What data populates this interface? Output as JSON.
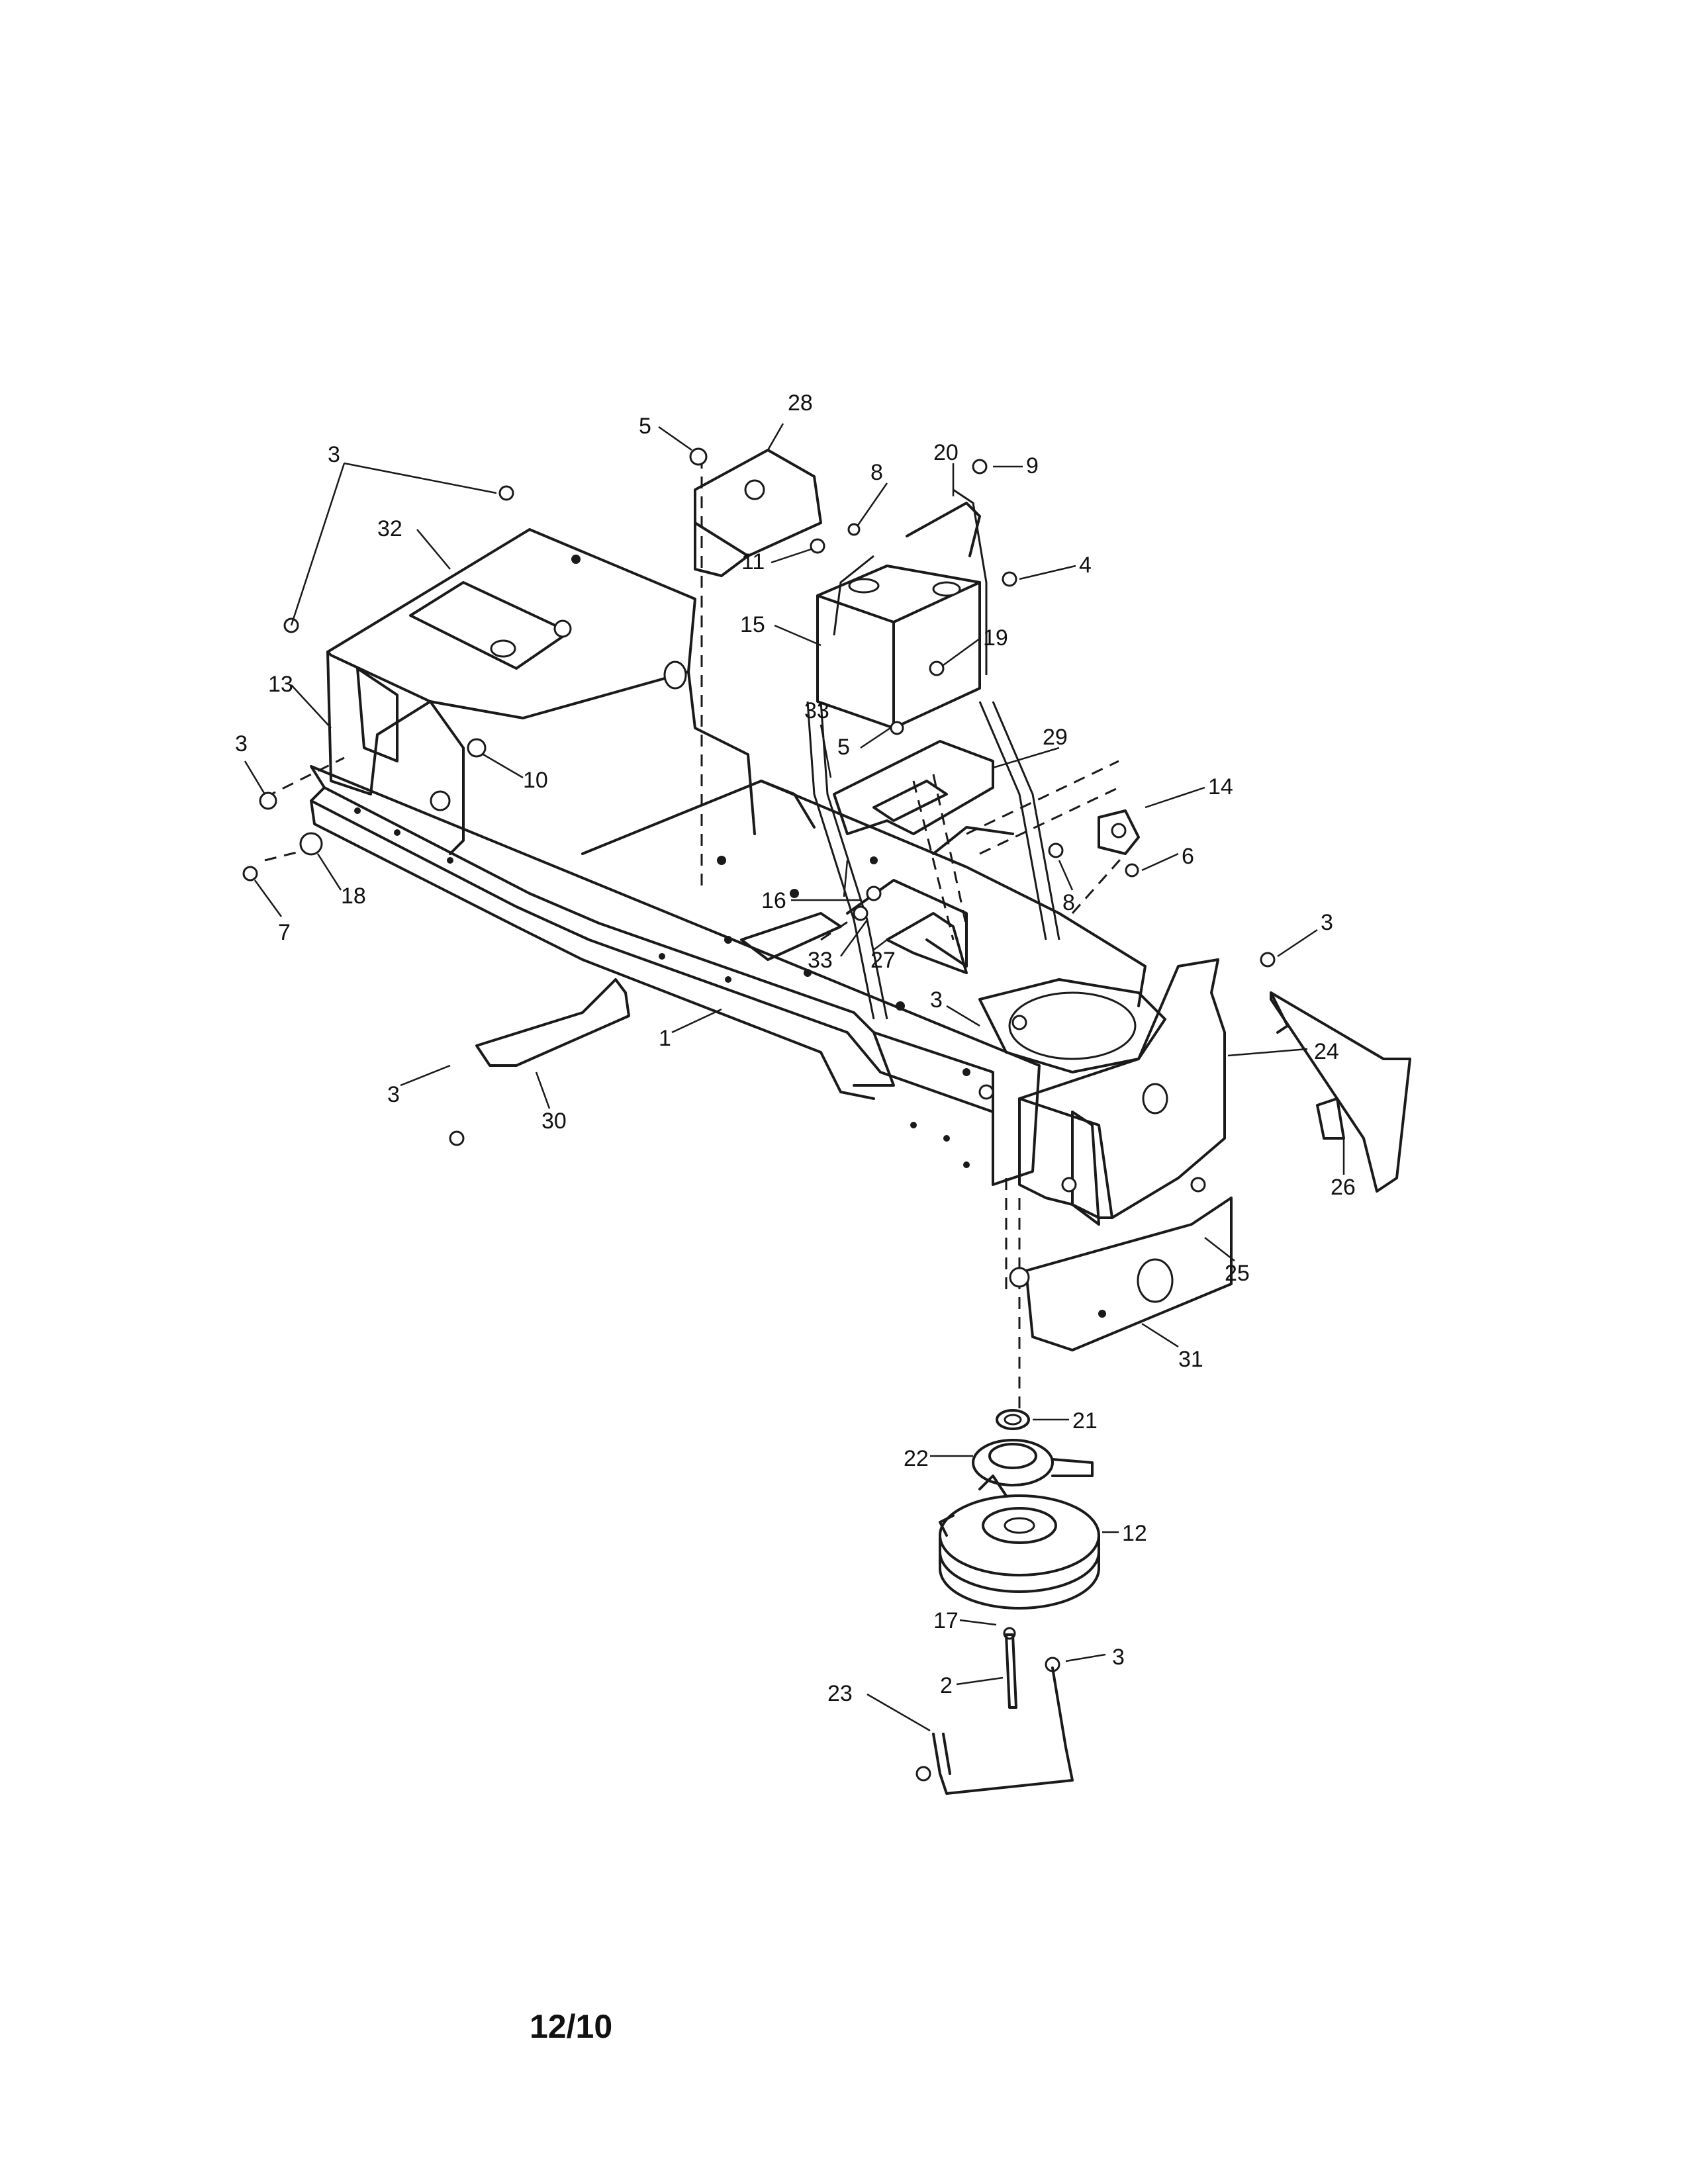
{
  "footer": {
    "date_code": "12/10"
  },
  "callouts": [
    {
      "id": "c28",
      "label": "28"
    },
    {
      "id": "c5a",
      "label": "5"
    },
    {
      "id": "c3a",
      "label": "3"
    },
    {
      "id": "c20",
      "label": "20"
    },
    {
      "id": "c9",
      "label": "9"
    },
    {
      "id": "c8a",
      "label": "8"
    },
    {
      "id": "c32",
      "label": "32"
    },
    {
      "id": "c11",
      "label": "11"
    },
    {
      "id": "c4",
      "label": "4"
    },
    {
      "id": "c15",
      "label": "15"
    },
    {
      "id": "c19",
      "label": "19"
    },
    {
      "id": "c13",
      "label": "13"
    },
    {
      "id": "c33a",
      "label": "33"
    },
    {
      "id": "c5b",
      "label": "5"
    },
    {
      "id": "c29",
      "label": "29"
    },
    {
      "id": "c3b",
      "label": "3"
    },
    {
      "id": "c10",
      "label": "10"
    },
    {
      "id": "c14",
      "label": "14"
    },
    {
      "id": "c6",
      "label": "6"
    },
    {
      "id": "c18",
      "label": "18"
    },
    {
      "id": "c7",
      "label": "7"
    },
    {
      "id": "c16",
      "label": "16"
    },
    {
      "id": "c8b",
      "label": "8"
    },
    {
      "id": "c3c",
      "label": "3"
    },
    {
      "id": "c33b",
      "label": "33"
    },
    {
      "id": "c27",
      "label": "27"
    },
    {
      "id": "c3d",
      "label": "3"
    },
    {
      "id": "c1",
      "label": "1"
    },
    {
      "id": "c24",
      "label": "24"
    },
    {
      "id": "c3e",
      "label": "3"
    },
    {
      "id": "c30",
      "label": "30"
    },
    {
      "id": "c26",
      "label": "26"
    },
    {
      "id": "c25",
      "label": "25"
    },
    {
      "id": "c31",
      "label": "31"
    },
    {
      "id": "c21",
      "label": "21"
    },
    {
      "id": "c22",
      "label": "22"
    },
    {
      "id": "c12",
      "label": "12"
    },
    {
      "id": "c17",
      "label": "17"
    },
    {
      "id": "c3f",
      "label": "3"
    },
    {
      "id": "c2",
      "label": "2"
    },
    {
      "id": "c23",
      "label": "23"
    }
  ]
}
